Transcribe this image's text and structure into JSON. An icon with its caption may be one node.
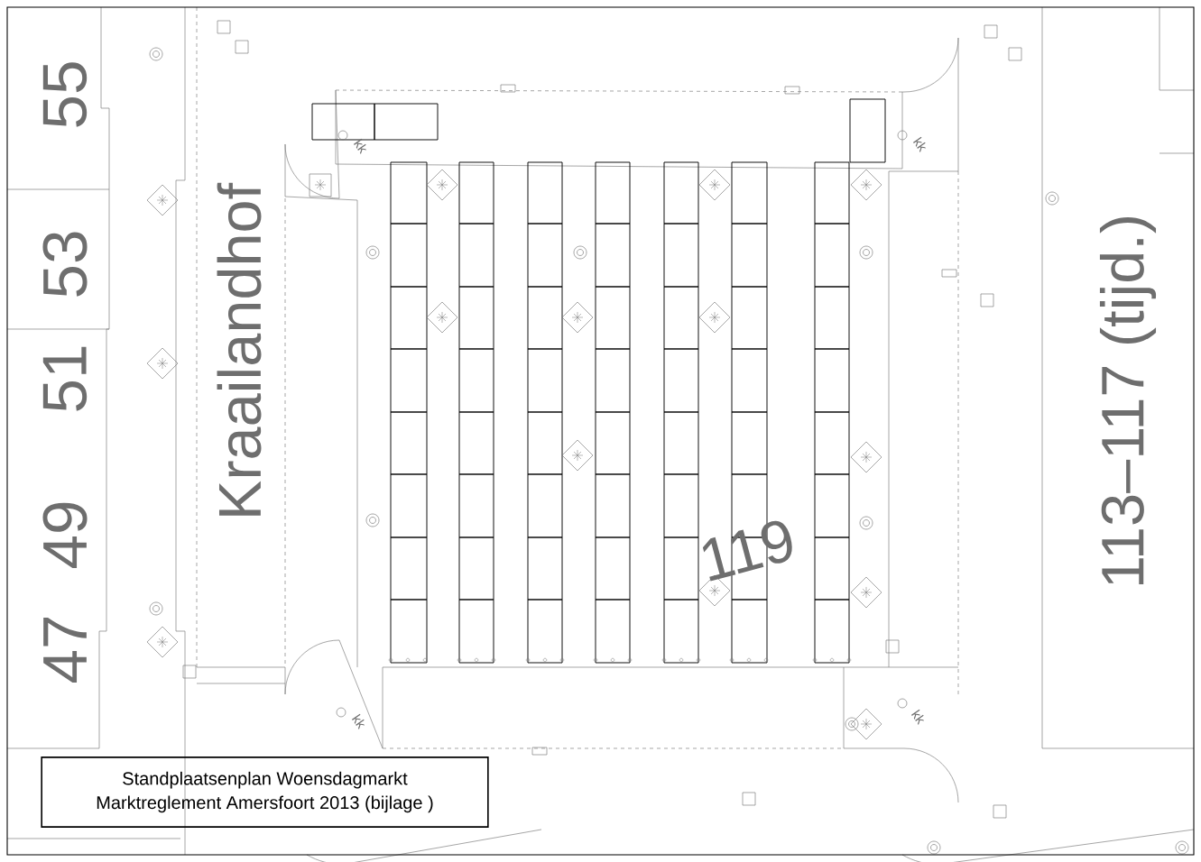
{
  "diagram": {
    "title": "Standplaatsenplan Woensdagmarkt",
    "nodes": [
      {
        "text": [
          "Marktreglement Amersfoort 2013 (bijlage )"
        ]
      }
    ],
    "labels": [
      "55",
      "53",
      "51",
      "49",
      "47",
      "Kraailandhof",
      "119",
      "113–117 (tijd.)",
      "kk",
      "kk",
      "kk",
      "kk"
    ]
  }
}
